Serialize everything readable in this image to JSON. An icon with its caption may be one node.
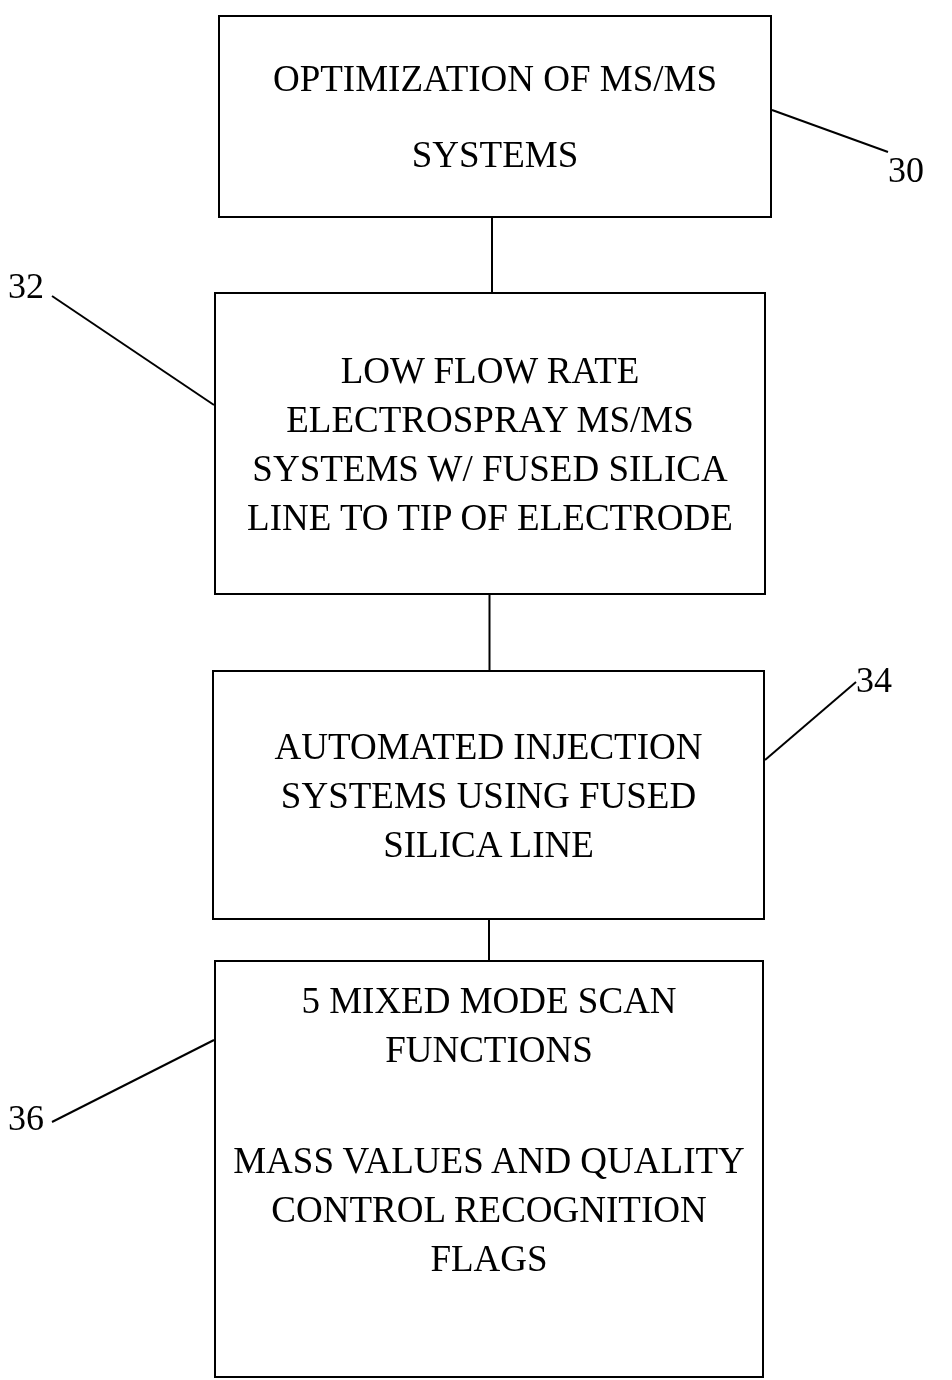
{
  "diagram": {
    "nodes": [
      {
        "text": [
          "OPTIMIZATION OF MS/MS SYSTEMS"
        ]
      },
      {
        "text": [
          "LOW FLOW RATE ELECTROSPRAY MS/MS SYSTEMS W/ FUSED SILICA LINE TO TIP OF ELECTRODE"
        ]
      },
      {
        "text": [
          "AUTOMATED INJECTION SYSTEMS USING FUSED SILICA LINE"
        ]
      },
      {
        "text": [
          "5 MIXED MODE SCAN FUNCTIONS",
          "MASS VALUES AND QUALITY CONTROL RECOGNITION FLAGS"
        ]
      },
      {
        "text": [
          "30"
        ]
      },
      {
        "text": [
          "32"
        ]
      },
      {
        "text": [
          "34"
        ]
      },
      {
        "text": [
          "36"
        ]
      }
    ],
    "edges": [
      {
        "from": 0,
        "to": 1,
        "arrow": "none"
      },
      {
        "from": 1,
        "to": 2,
        "arrow": "none"
      },
      {
        "from": 2,
        "to": 3,
        "arrow": "none"
      },
      {
        "from": 4,
        "to": 0,
        "arrow": "none"
      },
      {
        "from": 5,
        "to": 1,
        "arrow": "none"
      },
      {
        "from": 6,
        "to": 2,
        "arrow": "none"
      },
      {
        "from": 7,
        "to": 3,
        "arrow": "none"
      }
    ]
  }
}
